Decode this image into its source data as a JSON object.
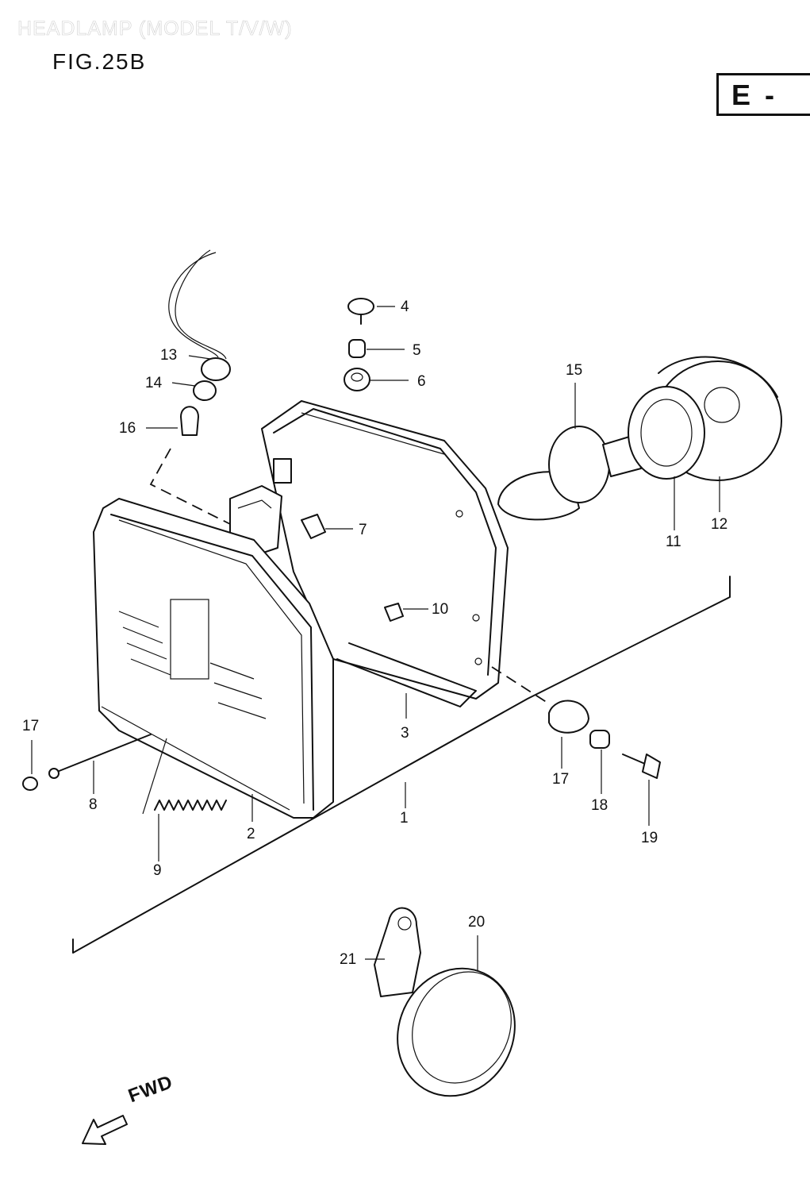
{
  "header": {
    "faint_title": "HEADLAMP (MODEL T/V/W)",
    "figure": "FIG.25B",
    "corner_code": "E -"
  },
  "callouts": [
    {
      "id": "c1",
      "label": "1"
    },
    {
      "id": "c2",
      "label": "2"
    },
    {
      "id": "c3",
      "label": "3"
    },
    {
      "id": "c4",
      "label": "4"
    },
    {
      "id": "c5",
      "label": "5"
    },
    {
      "id": "c6",
      "label": "6"
    },
    {
      "id": "c7",
      "label": "7"
    },
    {
      "id": "c8",
      "label": "8"
    },
    {
      "id": "c9",
      "label": "9"
    },
    {
      "id": "c10",
      "label": "10"
    },
    {
      "id": "c11",
      "label": "11"
    },
    {
      "id": "c12",
      "label": "12"
    },
    {
      "id": "c13",
      "label": "13"
    },
    {
      "id": "c14",
      "label": "14"
    },
    {
      "id": "c15",
      "label": "15"
    },
    {
      "id": "c16",
      "label": "16"
    },
    {
      "id": "c17a",
      "label": "17"
    },
    {
      "id": "c17b",
      "label": "17"
    },
    {
      "id": "c18",
      "label": "18"
    },
    {
      "id": "c19",
      "label": "19"
    },
    {
      "id": "c20",
      "label": "20"
    },
    {
      "id": "c21",
      "label": "21"
    }
  ],
  "direction": {
    "label": "FWD"
  },
  "colors": {
    "ink": "#111111",
    "paper": "#ffffff"
  }
}
